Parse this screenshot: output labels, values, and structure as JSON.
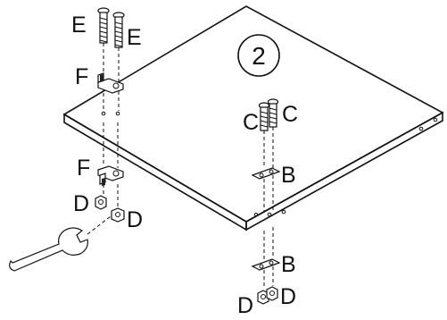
{
  "step_number": "2",
  "labels": {
    "E": "E",
    "F": "F",
    "C": "C",
    "B": "B",
    "D": "D"
  }
}
